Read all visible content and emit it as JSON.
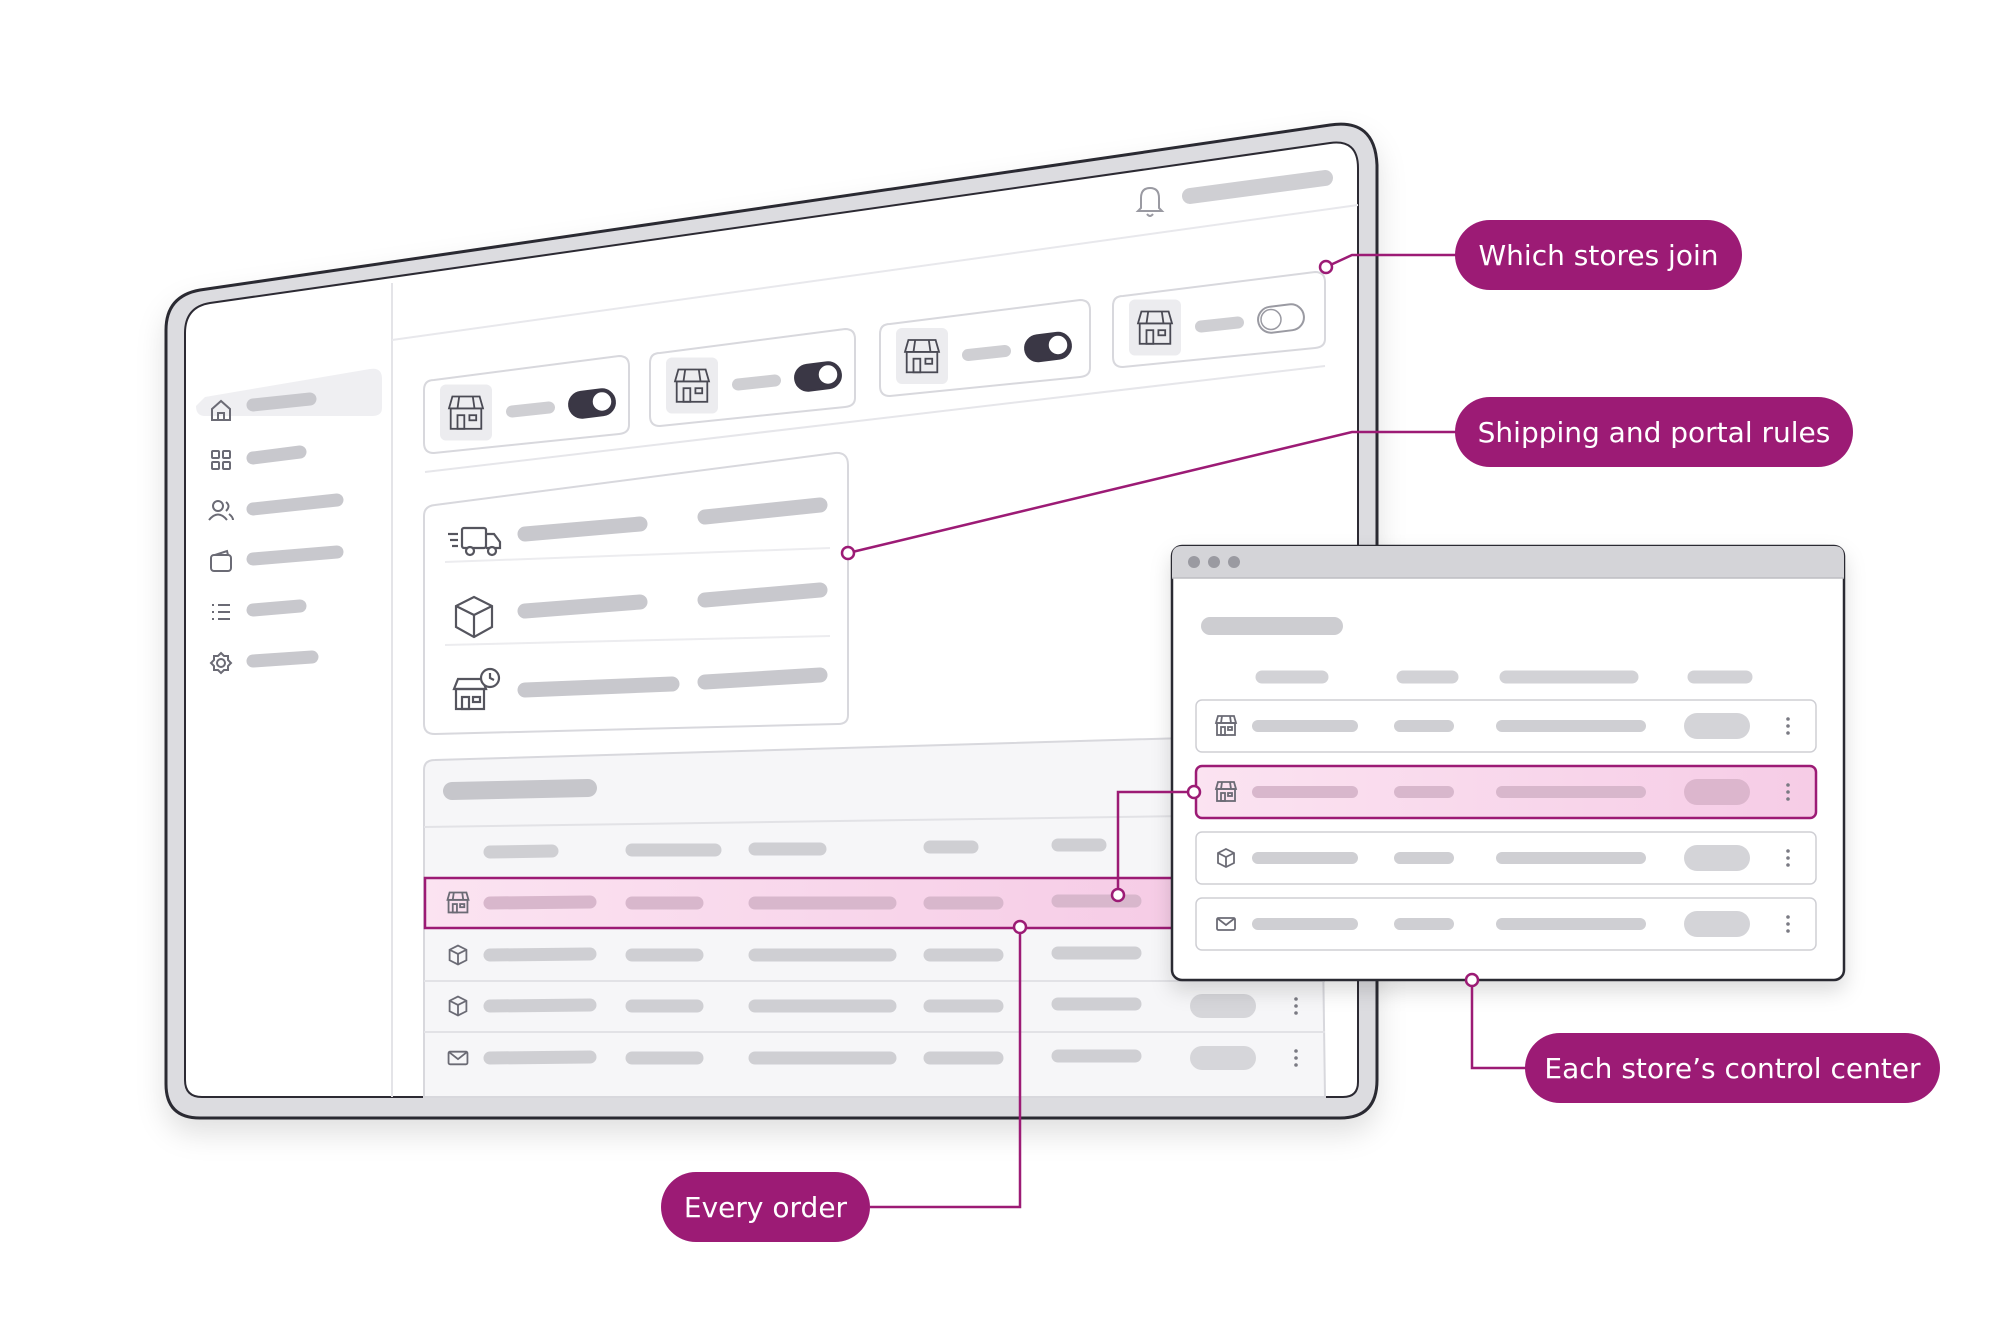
{
  "colors": {
    "accent": "#9c1b75",
    "highlight_fill": "#fbe0f1",
    "frame": "#2c2a33",
    "placeholder": "#cfcfd3",
    "toggle_on": "#3a3745"
  },
  "callouts": {
    "stores": "Which stores join",
    "rules": "Shipping and portal rules",
    "control": "Each store’s control center",
    "orders": "Every order"
  },
  "device": {
    "topbar_icons": [
      "bell-icon"
    ],
    "sidebar_icons": [
      "home-icon",
      "grid-icon",
      "users-icon",
      "wallet-icon",
      "list-icon",
      "gear-icon"
    ],
    "store_cards": [
      {
        "icon": "storefront-icon",
        "toggle_on": true
      },
      {
        "icon": "storefront-icon",
        "toggle_on": true
      },
      {
        "icon": "storefront-icon",
        "toggle_on": true
      },
      {
        "icon": "storefront-icon",
        "toggle_on": false
      }
    ],
    "rules_icons": [
      "truck-icon",
      "box-icon",
      "store-clock-icon"
    ],
    "order_row_icons": [
      "storefront-icon",
      "box-icon",
      "box-icon",
      "mail-icon"
    ],
    "highlighted_order_row": 1
  },
  "popup": {
    "row_icons": [
      "storefront-icon",
      "storefront-icon",
      "box-icon",
      "mail-icon"
    ],
    "highlighted_row": 2
  }
}
